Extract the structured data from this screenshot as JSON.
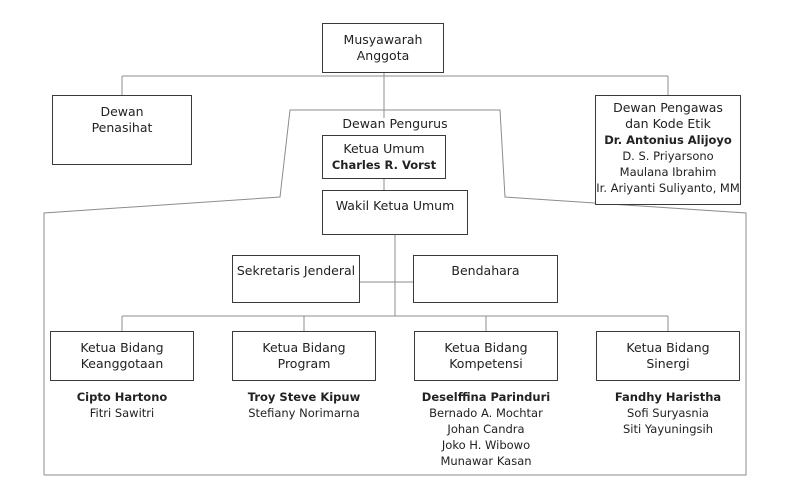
{
  "top": {
    "line1": "Musyawarah",
    "line2": "Anggota"
  },
  "advisory": {
    "line1": "Dewan",
    "line2": "Penasihat"
  },
  "supervisory": {
    "line1": "Dewan Pengawas",
    "line2": "dan Kode Etik",
    "lead": "Dr. Antonius Alijoyo",
    "members": [
      "D. S. Priyarsono",
      "Maulana Ibrahim",
      "Ir. Ariyanti Suliyanto, MM"
    ]
  },
  "board": {
    "label": "Dewan Pengurus"
  },
  "chair": {
    "title": "Ketua Umum",
    "name": "Charles R. Vorst"
  },
  "vice_chair": {
    "title": "Wakil Ketua Umum"
  },
  "secretary": {
    "title": "Sekretaris Jenderal"
  },
  "treasurer": {
    "title": "Bendahara"
  },
  "divisions": [
    {
      "line1": "Ketua Bidang",
      "line2": "Keanggotaan",
      "lead": "Cipto Hartono",
      "members": [
        "Fitri Sawitri"
      ]
    },
    {
      "line1": "Ketua Bidang",
      "line2": "Program",
      "lead": "Troy Steve Kipuw",
      "members": [
        "Stefiany Norimarna"
      ]
    },
    {
      "line1": "Ketua Bidang",
      "line2": "Kompetensi",
      "lead": "Deselffina Parinduri",
      "members": [
        "Bernado A. Mochtar",
        "Johan Candra",
        "Joko H. Wibowo",
        "Munawar Kasan"
      ]
    },
    {
      "line1": "Ketua Bidang",
      "line2": "Sinergi",
      "lead": "Fandhy Haristha",
      "members": [
        "Sofi Suryasnia",
        "Siti Yayuningsih"
      ]
    }
  ],
  "colors": {
    "line": "#8c8c8c",
    "border": "#3a3a3a"
  }
}
